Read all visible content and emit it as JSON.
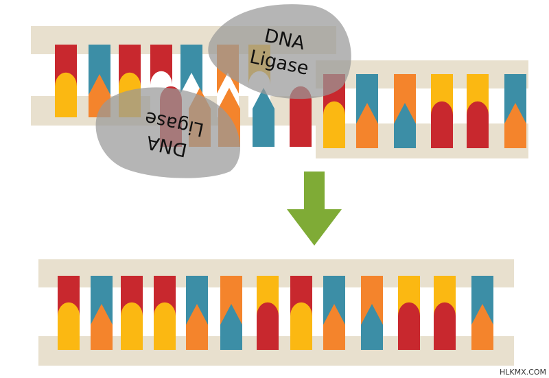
{
  "colors": {
    "backbone": "#e8e0ce",
    "red": "#c8282e",
    "blue": "#3c8ea6",
    "orange": "#f4842c",
    "yellow": "#fbb812",
    "enzyme": "#999999",
    "arrow": "#7fab36"
  },
  "enzyme_top": {
    "line1": "DNA",
    "line2": "Ligase"
  },
  "enzyme_bottom": {
    "line1": "DNA",
    "line2": "Ligase"
  },
  "watermark": "HLKMX.COM",
  "top_molecule": {
    "upper_strand": [
      {
        "color": "red",
        "pair": "yellow",
        "shape": "round"
      },
      {
        "color": "blue",
        "pair": "orange",
        "shape": "point"
      },
      {
        "color": "red",
        "pair": "yellow",
        "shape": "round"
      },
      {
        "color": "red",
        "pair": "white",
        "shape": "round"
      },
      {
        "color": "blue",
        "pair": "white",
        "shape": "point"
      },
      {
        "color": "orange",
        "pair": "white",
        "shape": "point"
      },
      {
        "color": "yellow",
        "pair": "white",
        "shape": "round"
      }
    ],
    "lower_strand_left": [
      {
        "color": "red",
        "shape": "round"
      },
      {
        "color": "orange",
        "shape": "point"
      },
      {
        "color": "orange",
        "shape": "point"
      },
      {
        "color": "blue",
        "shape": "point"
      },
      {
        "color": "red",
        "shape": "round"
      }
    ],
    "right_pairs": [
      {
        "top": "red",
        "bottom": "yellow",
        "shape": "round"
      },
      {
        "top": "blue",
        "bottom": "orange",
        "shape": "point"
      },
      {
        "top": "orange",
        "bottom": "blue",
        "shape": "point"
      },
      {
        "top": "yellow",
        "bottom": "red",
        "shape": "round"
      },
      {
        "top": "yellow",
        "bottom": "red",
        "shape": "round"
      },
      {
        "top": "blue",
        "bottom": "orange",
        "shape": "point"
      }
    ]
  },
  "bottom_molecule": {
    "pairs": [
      {
        "top": "red",
        "bottom": "yellow",
        "shape": "round"
      },
      {
        "top": "blue",
        "bottom": "orange",
        "shape": "point"
      },
      {
        "top": "red",
        "bottom": "yellow",
        "shape": "round"
      },
      {
        "top": "red",
        "bottom": "yellow",
        "shape": "round"
      },
      {
        "top": "blue",
        "bottom": "orange",
        "shape": "point"
      },
      {
        "top": "orange",
        "bottom": "blue",
        "shape": "point"
      },
      {
        "top": "yellow",
        "bottom": "red",
        "shape": "round"
      },
      {
        "top": "red",
        "bottom": "yellow",
        "shape": "round"
      },
      {
        "top": "blue",
        "bottom": "orange",
        "shape": "point"
      },
      {
        "top": "orange",
        "bottom": "blue",
        "shape": "point"
      },
      {
        "top": "yellow",
        "bottom": "red",
        "shape": "round"
      },
      {
        "top": "yellow",
        "bottom": "red",
        "shape": "round"
      },
      {
        "top": "blue",
        "bottom": "orange",
        "shape": "point"
      }
    ]
  }
}
